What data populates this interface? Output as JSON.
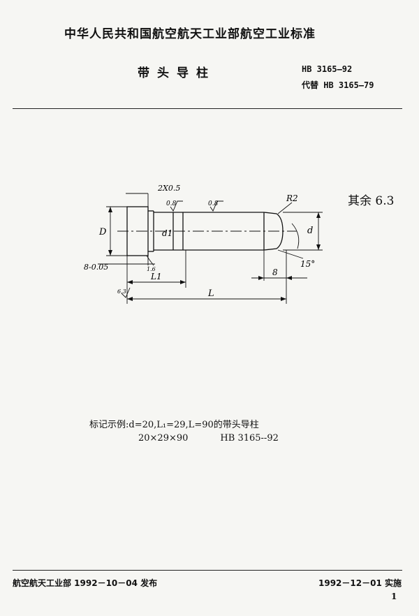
{
  "header": {
    "org": "中华人民共和国航空航天工业部航空工业标准",
    "title": "带头导柱",
    "std_no": "HB 3165—92",
    "replaces": "代替 HB 3165—79"
  },
  "drawing": {
    "chamfer": "2X0.5",
    "roughness_1": "0.8",
    "roughness_2": "0.8",
    "radius": "R2",
    "dim_D": "D",
    "dim_d1": "d1",
    "dim_d": "d",
    "angle": "15°",
    "head_thickness": "8-0.05",
    "roughness_side": "1.6",
    "roughness_bottom": "6.3",
    "dim_L1": "L1",
    "dim_8": "8",
    "dim_L": "L",
    "rough_note": "其余 6.3"
  },
  "marking": {
    "example": "标记示例:d=20,L₁=29,L=90的带头导柱",
    "code": "20×29×90",
    "std": "HB 3165--92"
  },
  "footer": {
    "issued": "航空航天工业部 1992－10－04 发布",
    "implemented": "1992－12－01 实施",
    "page": "1"
  }
}
